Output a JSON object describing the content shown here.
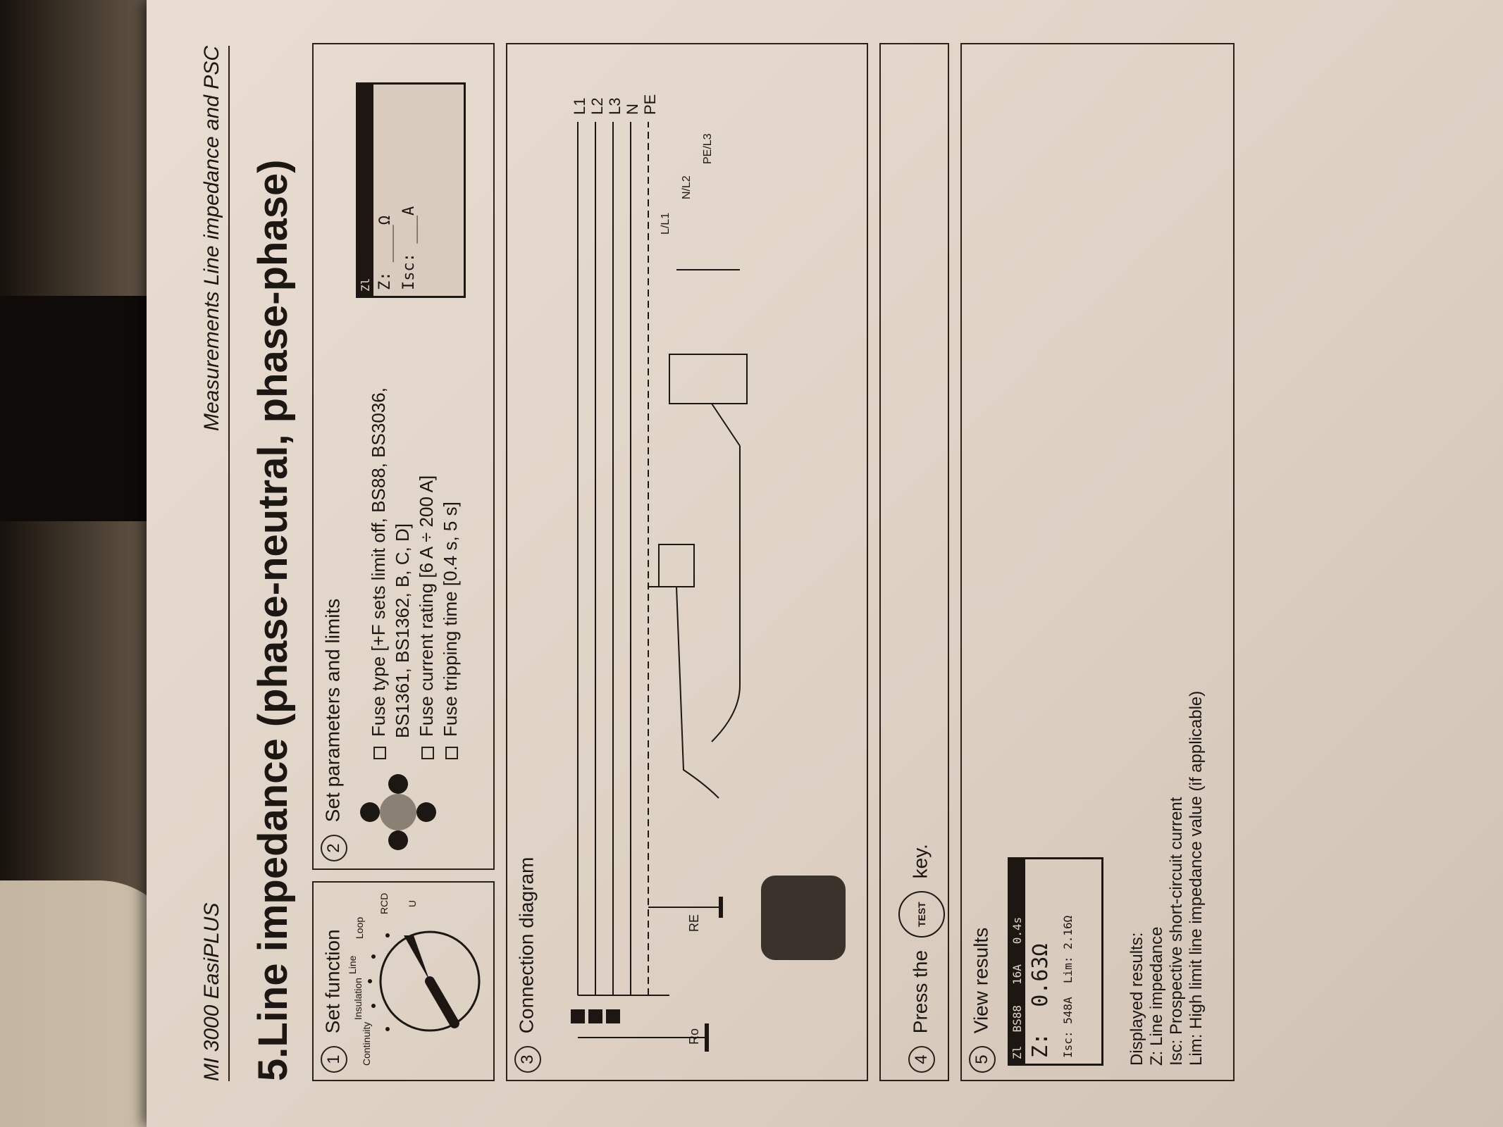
{
  "header": {
    "left": "MI 3000 EasiPLUS",
    "right": "Measurements Line impedance and PSC"
  },
  "title": "5.Line impedance (phase-neutral, phase-phase)",
  "steps": {
    "s1": {
      "num": "1",
      "label": "Set function",
      "dial_labels": [
        "Continuity",
        "Insulation",
        "Line",
        "Loop",
        "RCD",
        "U"
      ]
    },
    "s2": {
      "num": "2",
      "label": "Set parameters and limits",
      "options": [
        "Fuse type [+F sets limit off, BS88, BS3036,",
        "BS1361, BS1362, B, C, D]",
        "Fuse current rating [6 A ÷ 200 A]",
        "Fuse tripping time [0.4 s, 5 s]"
      ],
      "screen": {
        "bar": "Zl",
        "z": "Z: ____Ω",
        "isc": "Isc: ___A"
      }
    },
    "s3": {
      "num": "3",
      "label": "Connection diagram",
      "lines": [
        "L1",
        "L2",
        "L3",
        "N",
        "PE"
      ],
      "probes": [
        "L/L1",
        "N/L2",
        "PE/L3"
      ],
      "resistors": [
        "Ro",
        "RE"
      ]
    },
    "s4": {
      "num": "4",
      "prefix": "Press the",
      "key": "TEST",
      "suffix": "key."
    },
    "s5": {
      "num": "5",
      "label": "View results",
      "screen": {
        "bar": "Zl  BS88   16A   0.4s",
        "z": "Z:  0.63Ω",
        "isc": "Isc: 548A  Lim: 2.16Ω"
      },
      "results_title": "Displayed results:",
      "results": [
        "Z: Line impedance",
        "Isc: Prospective short-circuit current",
        "Lim: High limit line impedance value (if applicable)"
      ]
    }
  }
}
